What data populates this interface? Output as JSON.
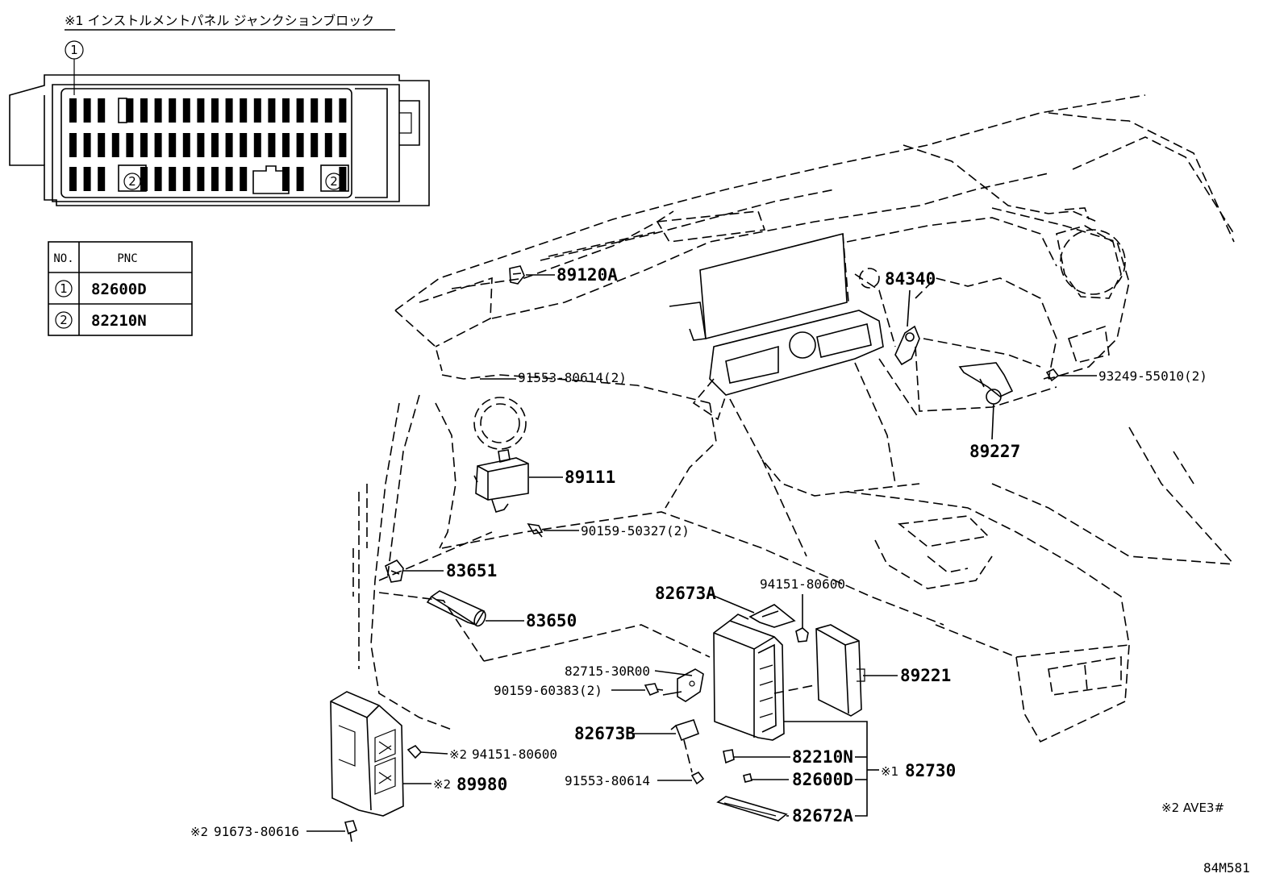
{
  "header": {
    "title": "※1 インストルメントパネル  ジャンクションブロック"
  },
  "junction_block": {
    "callout_1": "1",
    "callout_2a": "2",
    "callout_2b": "2"
  },
  "table": {
    "col_no": "NO.",
    "col_pnc": "PNC",
    "rows": [
      {
        "no": "1",
        "pnc": "82600D"
      },
      {
        "no": "2",
        "pnc": "82210N"
      }
    ]
  },
  "parts": {
    "p89120A": "89120A",
    "p84340": "84340",
    "p91553_2": "91553-80614(2)",
    "p93249": "93249-55010(2)",
    "p89227": "89227",
    "p89111": "89111",
    "p90159_50327": "90159-50327(2)",
    "p83651": "83651",
    "p83650": "83650",
    "p82673A": "82673A",
    "p94151_a": "94151-80600",
    "p82715": "82715-30R00",
    "p90159_60383": "90159-60383(2)",
    "p89221": "89221",
    "p82673B": "82673B",
    "p82210N": "82210N",
    "p82730": "82730",
    "p82730_mark": "※1",
    "p82600D": "82600D",
    "p91553_1": "91553-80614",
    "p82672A": "82672A",
    "p94151_b": "94151-80600",
    "p94151_b_mark": "※2",
    "p89980": "89980",
    "p89980_mark": "※2",
    "p91673": "91673-80616",
    "p91673_mark": "※2"
  },
  "footnote": {
    "note": "※2  AVE3#",
    "code": "84M581"
  }
}
